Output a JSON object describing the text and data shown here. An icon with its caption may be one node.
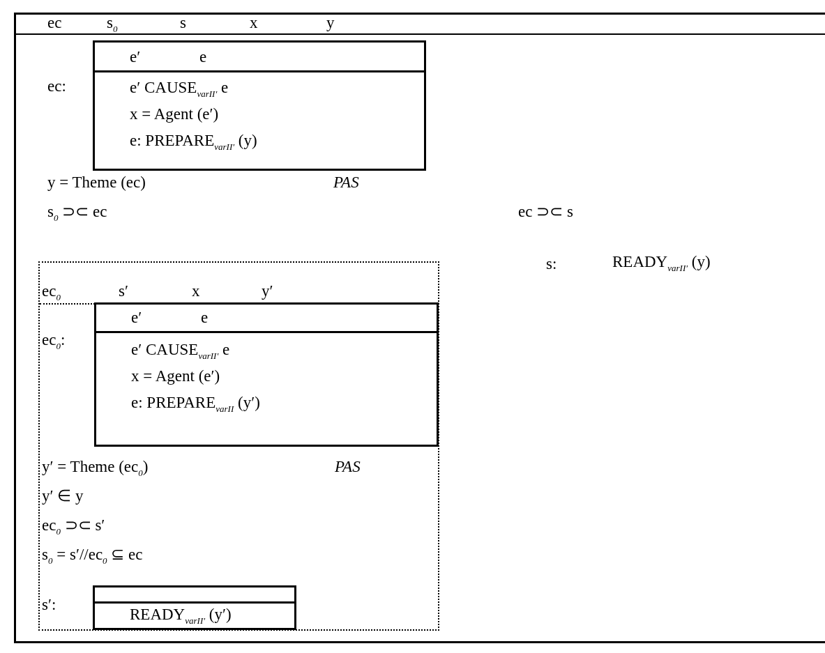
{
  "diagram": {
    "nodes": [
      {
        "text": [
          "ec",
          "s$_{0}$",
          "s",
          "x",
          "y",
          "ec:",
          "y = Theme (ec)",
          "PAS",
          "s$_{0}$ ⊃⊂ ec",
          "ec ⊃⊂ s",
          "s:",
          "READY$_{varII′}$ (y)"
        ]
      },
      {
        "text": [
          "e′",
          "e",
          "e′ CAUSE$_{varII′}$ e",
          "x = Agent (e′)",
          "e: PREPARE$_{varII′}$ (y)"
        ],
        "in": 0
      },
      {
        "text": [
          "ec$_{0}$",
          "s′",
          "x",
          "y′",
          "ec$_{0}$:",
          "y′ = Theme (ec$_{0}$)",
          "PAS",
          "y′ ∈ y",
          "ec$_{0}$ ⊃⊂ s′",
          "s$_{0}$ = s′//ec$_{0}$ ⊆ ec",
          "s′:"
        ],
        "in": 0
      },
      {
        "text": [
          "e′",
          "e",
          "e′ CAUSE$_{varII′}$ e",
          "x = Agent (e′)",
          "e: PREPARE$_{varII}$ (y′)"
        ],
        "in": 2
      },
      {
        "text": [
          "READY$_{varII′}$ (y′)"
        ],
        "in": 2
      }
    ],
    "edges": []
  }
}
